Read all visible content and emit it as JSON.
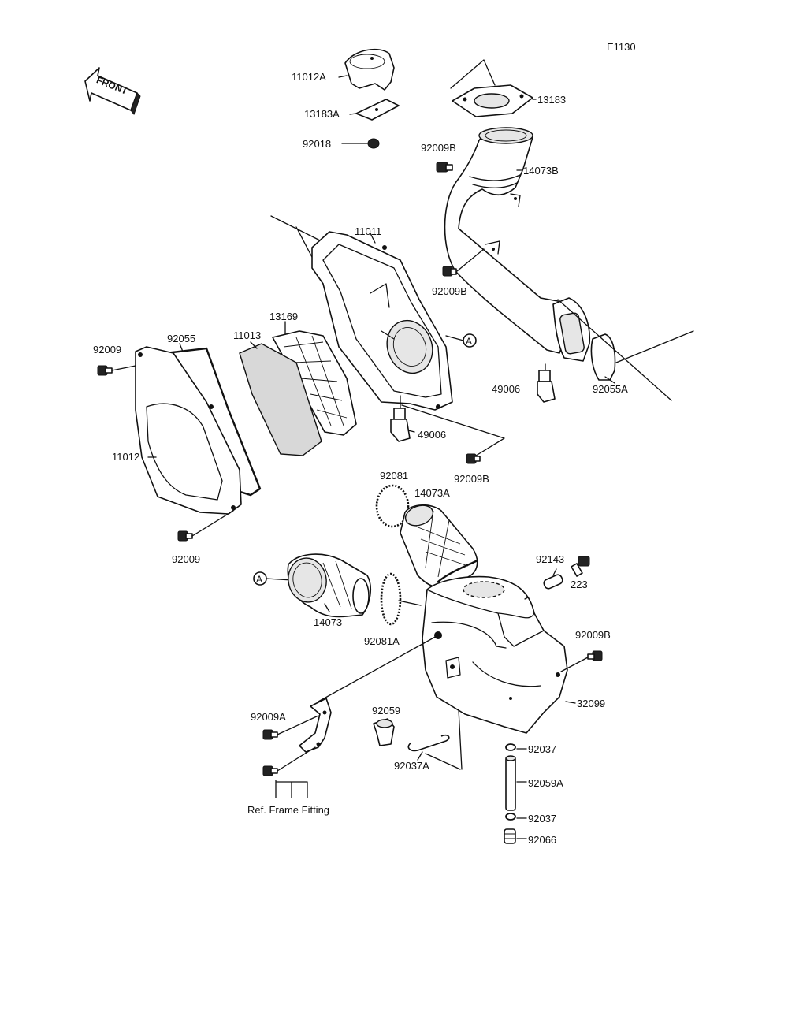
{
  "diagram_code": "E1130",
  "front_label": "FRONT",
  "ref_a": "A",
  "ref_frame_text": "Ref. Frame Fitting",
  "parts": {
    "p11012A": "11012A",
    "p13183A": "13183A",
    "p92018": "92018",
    "p13183": "13183",
    "p92009B_top": "92009B",
    "p14073B": "14073B",
    "p92009B_mid": "92009B",
    "p11011": "11011",
    "p13169": "13169",
    "p92055": "92055",
    "p11013": "11013",
    "p92009_left": "92009",
    "p11012": "11012",
    "p92009_bottom": "92009",
    "p49006_right": "49006",
    "p92055A": "92055A",
    "p49006_mid": "49006",
    "p92009B_low": "92009B",
    "p92081": "92081",
    "p14073A": "14073A",
    "p92143": "92143",
    "p223": "223",
    "p14073": "14073",
    "p92081A": "92081A",
    "p92009B_tank": "92009B",
    "p32099": "32099",
    "p92009A": "92009A",
    "p92059": "92059",
    "p92037A": "92037A",
    "p92037_top": "92037",
    "p92059A": "92059A",
    "p92037_bottom": "92037",
    "p92066": "92066"
  }
}
